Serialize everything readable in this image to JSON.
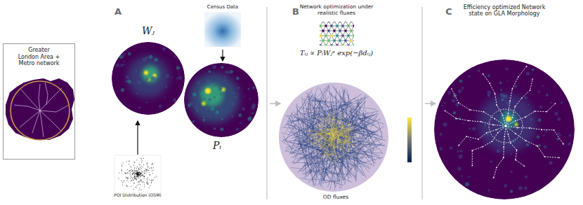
{
  "diagram": {
    "nodes": [
      {
        "text": [
          "Greater London Area + Metro network"
        ]
      }
    ],
    "labels": [
      "A",
      "Wⱼ",
      "Census Data",
      "Pᵢ",
      "POI Distribution (OSM)",
      "B",
      "Network optimization under realistic fluxes",
      "Tᵢⱼ ∝ PᵢWⱼᵅ exp(−βdᵢⱼ)",
      "OD fluxes",
      "C",
      "Efficiency optimized Network state on GLA Morphology"
    ]
  }
}
